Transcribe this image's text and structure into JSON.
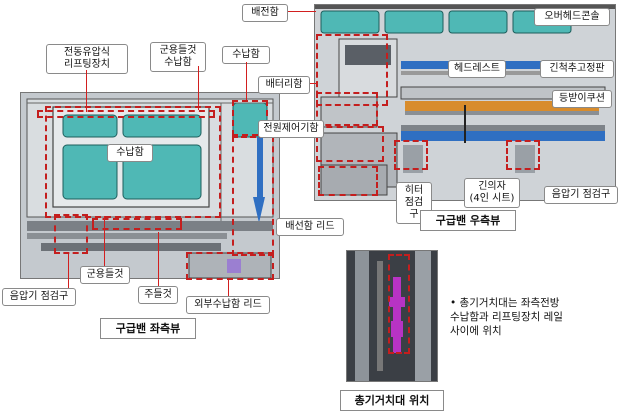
{
  "left_view": {
    "caption": "구급밴 좌측뷰",
    "labels": {
      "electric_lift": "전동유압식\n리프팅장치",
      "mil_stretcher_storage": "군용들것\n수납함",
      "storage_top": "수납함",
      "storage_main": "수납함",
      "mil_stretcher": "군용들것",
      "sound_check_port": "음압기 점검구",
      "stretcher_rail": "주들것",
      "ext_storage_lid": "외부수납함 리드"
    }
  },
  "right_view": {
    "caption": "구급밴 우측뷰",
    "labels": {
      "distribution_box": "배전함",
      "overhead_console": "오버헤드콘솔",
      "battery_box": "배터리함",
      "power_control_box": "전원제어기함",
      "headrest": "헤드레스트",
      "emergency_info_board": "긴척추고정판",
      "back_cushion": "등받이쿠션",
      "heater_port": "히터\n점검구",
      "long_seat": "긴의자\n(4인 시트)",
      "sound_check_port": "음압기 점검구",
      "distribution_lid": "배선함 리드"
    }
  },
  "gun_rack": {
    "caption": "총기거치대 위치",
    "note": "•  총기거치대는 좌측전방\n수납함과 리프팅장치 레일\n사이에 위치"
  }
}
